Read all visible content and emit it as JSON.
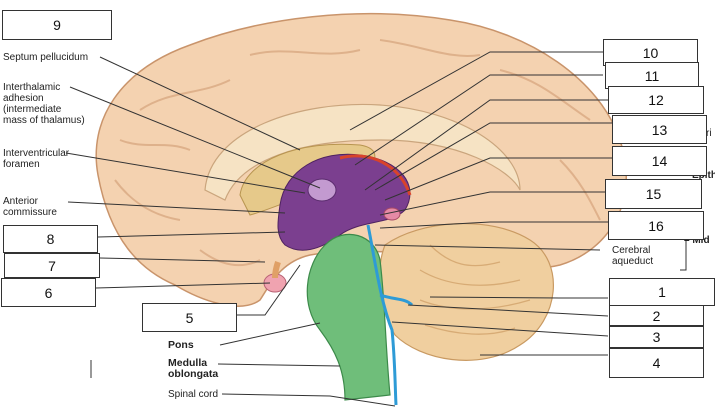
{
  "labels": {
    "septum_pellucidum": "Septum pellucidum",
    "interthalamic_adhesion": "Interthalamic\nadhesion\n(intermediate\nmass of thalamus)",
    "interventricular_foramen": "Interventricular\nforamen",
    "anterior_commissure": "Anterior\ncommissure",
    "pons": "Pons",
    "medulla_oblongata": "Medulla\noblongata",
    "spinal_cord": "Spinal cord",
    "cerebral_aqueduct": "Cerebral\naqueduct",
    "partial_ri": "ri",
    "partial_epith": "Epith",
    "partial_mid": "– Mid"
  },
  "boxes": {
    "b9": "9",
    "b10": "10",
    "b11": "11",
    "b12": "12",
    "b13": "13",
    "b14": "14",
    "b15": "15",
    "b16": "16",
    "b8": "8",
    "b7": "7",
    "b6": "6",
    "b5": "5",
    "b1": "1",
    "b2": "2",
    "b3": "3",
    "b4": "4"
  },
  "colors": {
    "cerebrum": "#f4d2b0",
    "cerebrum_shadow": "#d9a982",
    "corpus_callosum": "#f6e3c4",
    "septum": "#e6c98a",
    "diencephalon": "#7b3f8f",
    "brainstem": "#6fbe7a",
    "cerebellum": "#f0cf9f",
    "ventricle": "#2e9bd6",
    "pituitary": "#f0a3b0",
    "pineal": "#e58aa6"
  }
}
